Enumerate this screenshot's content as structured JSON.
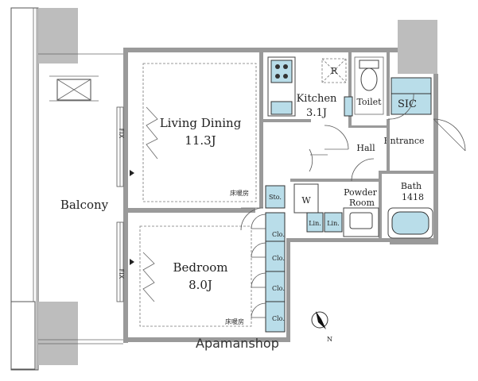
{
  "rooms": {
    "living_dining": {
      "name": "Living Dining",
      "size": "11.3J"
    },
    "kitchen": {
      "name": "Kitchen",
      "size": "3.1J"
    },
    "bedroom": {
      "name": "Bedroom",
      "size": "8.0J"
    },
    "balcony": {
      "name": "Balcony"
    },
    "toilet": {
      "name": "Toilet"
    },
    "sic": {
      "name": "SIC"
    },
    "hall": {
      "name": "Hall"
    },
    "entrance": {
      "name": "Entrance"
    },
    "powder_room": {
      "name": "Powder Room",
      "line1": "Powder",
      "line2": "Room"
    },
    "bath": {
      "name": "Bath",
      "size": "1418"
    }
  },
  "labels": {
    "floor_heating_1": "床暖房",
    "floor_heating_2": "床暖房",
    "sto": "Sto.",
    "clo": [
      "Clo.",
      "Clo.",
      "Clo.",
      "Clo."
    ],
    "linen_1": "Lin.",
    "linen_2": "Lin.",
    "washer": "W",
    "refrigerator": "R",
    "fix_1": "FIX",
    "fix_2": "FIX",
    "north": "N"
  },
  "watermark": "Apamanshop",
  "colors": {
    "storage_fill": "#b9dde9",
    "wall_fill": "#9a9a9a"
  }
}
